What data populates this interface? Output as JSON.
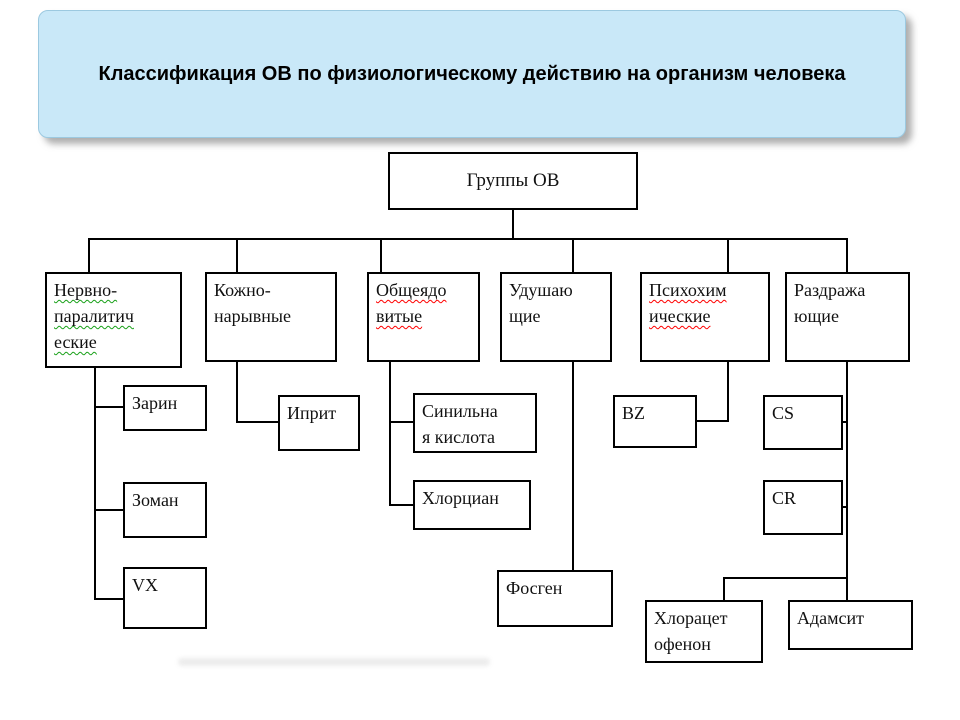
{
  "title": {
    "text": "Классификация ОВ по физиологическому действию на организм человека"
  },
  "colors": {
    "title_bg": "#c9e8f8",
    "title_border": "#9cc9e0",
    "box_border": "#000000",
    "connector": "#000000",
    "squiggle_red": "#ff0000",
    "squiggle_green": "#18a018"
  },
  "tree": {
    "root": "Группы ОВ",
    "groups": [
      {
        "name": "Нервно-паралитические",
        "agents": [
          "Зарин",
          "Зоман",
          "VX"
        ]
      },
      {
        "name": "Кожно-нарывные",
        "agents": [
          "Иприт"
        ]
      },
      {
        "name": "Общеядовитые",
        "agents": [
          "Синильная кислота",
          "Хлорциан"
        ]
      },
      {
        "name": "Удушающие",
        "agents": [
          "Фосген"
        ]
      },
      {
        "name": "Психохимические",
        "agents": [
          "BZ"
        ]
      },
      {
        "name": "Раздражающие",
        "agents": [
          "CS",
          "CR",
          "Хлорацетофенон",
          "Адамсит"
        ]
      }
    ]
  },
  "nodes": {
    "root": "Группы ОВ",
    "nerve": "Нервно-\nпаралитич\nеские",
    "blister": "Кожно-\nнарывные",
    "general_poison": "Общеядо\nвитые",
    "choking": "Удушаю\nщие",
    "psychochemical": "Психохим\nические",
    "irritant": "Раздража\nющие",
    "sarin": "Зарин",
    "soman": "Зоман",
    "vx": "VX",
    "mustard": "Иприт",
    "hydrocyanic": "Синильна\nя кислота",
    "cyanogen_chloride": "Хлорциан",
    "phosgene": "Фосген",
    "bz": "BZ",
    "cs": "CS",
    "cr": "CR",
    "chloroacetophenone": "Хлорацет\nофенон",
    "adamsite": "Адамсит"
  }
}
